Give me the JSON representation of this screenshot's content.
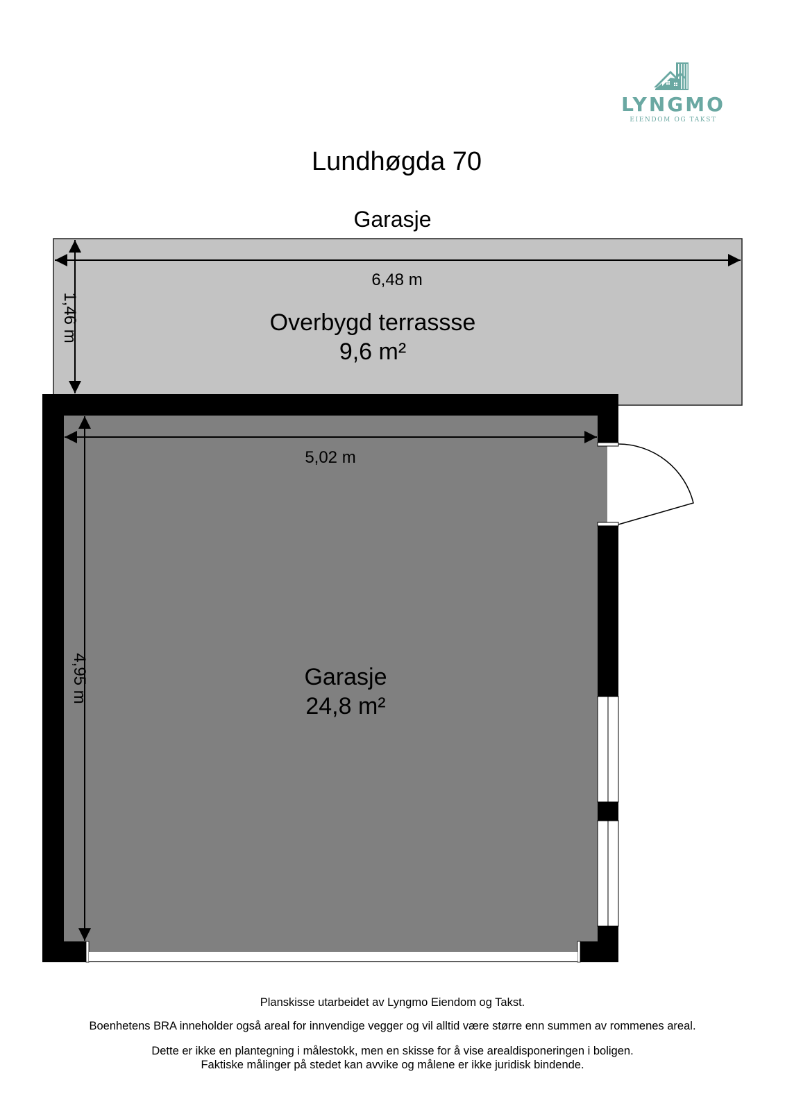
{
  "logo": {
    "icon": "house-buildings-icon",
    "brand": "LYNGMO",
    "tagline": "EIENDOM OG TAKST",
    "color": "#6aa8a2"
  },
  "header": {
    "title": "Lundhøgda 70",
    "floor_name": "Garasje"
  },
  "plan": {
    "colors": {
      "terrace_fill": "#c3c3c3",
      "room_fill": "#808080",
      "wall": "#000000",
      "opening": "#ffffff"
    },
    "rooms": [
      {
        "name": "Overbygd terrassse",
        "area": "9,6 m²"
      },
      {
        "name": "Garasje",
        "area": "24,8 m²"
      }
    ],
    "dimensions": {
      "terrace_width": "6,48 m",
      "terrace_depth": "1,46 m",
      "garage_width": "5,02 m",
      "garage_depth": "4,95 m"
    }
  },
  "footer": {
    "line1": "Planskisse utarbeidet av Lyngmo Eiendom og Takst.",
    "line2": "Boenhetens BRA inneholder også areal for innvendige vegger og vil alltid være større enn summen av rommenes areal.",
    "line3": "Dette er ikke en plantegning i målestokk, men en skisse for å vise  arealdisponeringen i boligen.",
    "line4": "Faktiske målinger på stedet kan avvike og målene er ikke juridisk bindende."
  }
}
